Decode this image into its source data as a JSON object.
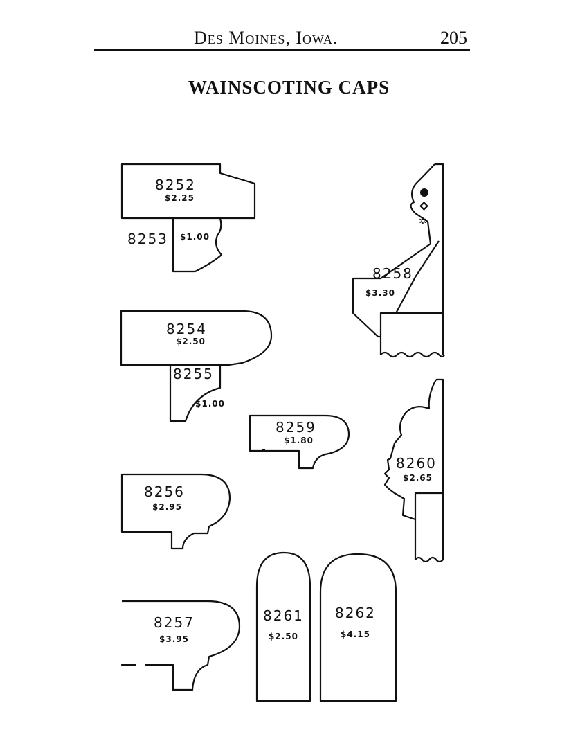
{
  "header": {
    "running_head": "Des Moines, Iowa.",
    "page_number": "205"
  },
  "title": "WAINSCOTING CAPS",
  "items": [
    {
      "number": "8252",
      "price": "$2.25"
    },
    {
      "number": "8253",
      "price": "$1.00"
    },
    {
      "number": "8254",
      "price": "$2.50"
    },
    {
      "number": "8255",
      "price": "$1.00"
    },
    {
      "number": "8256",
      "price": "$2.95"
    },
    {
      "number": "8257",
      "price": "$3.95"
    },
    {
      "number": "8258",
      "price": "$3.30"
    },
    {
      "number": "8259",
      "price": "$1.80"
    },
    {
      "number": "8260",
      "price": "$2.65"
    },
    {
      "number": "8261",
      "price": "$2.50"
    },
    {
      "number": "8262",
      "price": "$4.15"
    }
  ]
}
